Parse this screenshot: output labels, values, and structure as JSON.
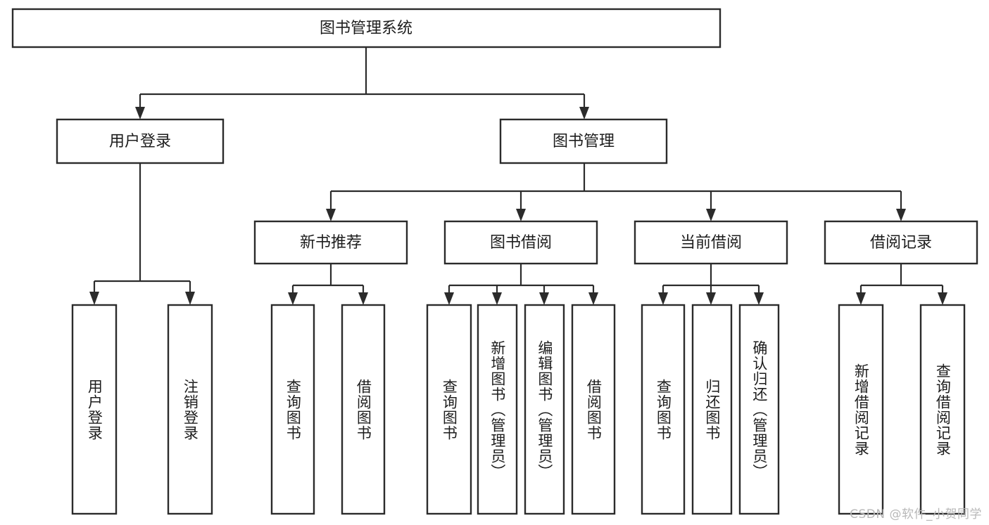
{
  "diagram": {
    "type": "tree-hierarchy",
    "title": "图书管理系统",
    "orientation": "top-down",
    "root": {
      "id": "root",
      "label": "图书管理系统",
      "text_direction": "horizontal"
    },
    "level2": [
      {
        "id": "user-login",
        "label": "用户登录",
        "text_direction": "horizontal"
      },
      {
        "id": "book-manage",
        "label": "图书管理",
        "text_direction": "horizontal"
      }
    ],
    "level3": [
      {
        "id": "new-book-recommend",
        "label": "新书推荐",
        "parent": "book-manage",
        "text_direction": "horizontal"
      },
      {
        "id": "book-borrow",
        "label": "图书借阅",
        "parent": "book-manage",
        "text_direction": "horizontal"
      },
      {
        "id": "current-borrow",
        "label": "当前借阅",
        "parent": "book-manage",
        "text_direction": "horizontal"
      },
      {
        "id": "borrow-record",
        "label": "借阅记录",
        "parent": "book-manage",
        "text_direction": "horizontal"
      }
    ],
    "leaves": [
      {
        "id": "leaf-user-login",
        "label": "用户登录",
        "parent": "user-login",
        "text_direction": "vertical"
      },
      {
        "id": "leaf-user-logout",
        "label": "注销登录",
        "parent": "user-login",
        "text_direction": "vertical"
      },
      {
        "id": "leaf-query-book-1",
        "label": "查询图书",
        "parent": "new-book-recommend",
        "text_direction": "vertical"
      },
      {
        "id": "leaf-borrow-book-1",
        "label": "借阅图书",
        "parent": "new-book-recommend",
        "text_direction": "vertical"
      },
      {
        "id": "leaf-query-book-2",
        "label": "查询图书",
        "parent": "book-borrow",
        "text_direction": "vertical"
      },
      {
        "id": "leaf-add-book",
        "label": "新增图书（管理员）",
        "parent": "book-borrow",
        "text_direction": "vertical"
      },
      {
        "id": "leaf-edit-book",
        "label": "编辑图书（管理员）",
        "parent": "book-borrow",
        "text_direction": "vertical"
      },
      {
        "id": "leaf-borrow-book-2",
        "label": "借阅图书",
        "parent": "book-borrow",
        "text_direction": "vertical"
      },
      {
        "id": "leaf-query-book-3",
        "label": "查询图书",
        "parent": "current-borrow",
        "text_direction": "vertical"
      },
      {
        "id": "leaf-return-book",
        "label": "归还图书",
        "parent": "current-borrow",
        "text_direction": "vertical"
      },
      {
        "id": "leaf-confirm-return",
        "label": "确认归还（管理员）",
        "parent": "current-borrow",
        "text_direction": "vertical"
      },
      {
        "id": "leaf-add-record",
        "label": "新增借阅记录",
        "parent": "borrow-record",
        "text_direction": "vertical"
      },
      {
        "id": "leaf-query-record",
        "label": "查询借阅记录",
        "parent": "borrow-record",
        "text_direction": "vertical"
      }
    ],
    "colors": {
      "box_stroke": "#2b2b2b",
      "box_fill": "#ffffff",
      "connector": "#2b2b2b",
      "text": "#1d1d1d",
      "background": "#ffffff",
      "watermark": "#b8b8b8"
    }
  },
  "watermark": {
    "text": "CSDN @软件_小贺同学"
  }
}
